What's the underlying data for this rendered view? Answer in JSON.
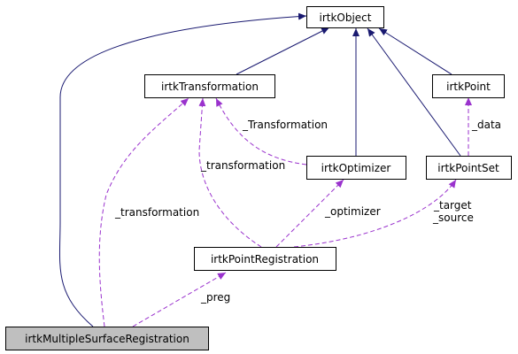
{
  "nodes": {
    "irtkObject": "irtkObject",
    "irtkTransformation": "irtkTransformation",
    "irtkPoint": "irtkPoint",
    "irtkOptimizer": "irtkOptimizer",
    "irtkPointSet": "irtkPointSet",
    "irtkPointRegistration": "irtkPointRegistration",
    "irtkMultipleSurfaceRegistration": "irtkMultipleSurfaceRegistration"
  },
  "edge_labels": {
    "transformation_upper": "_Transformation",
    "data": "_data",
    "transformation_lower": "_transformation",
    "transformation_left": "_transformation",
    "optimizer": "_optimizer",
    "target": "_target",
    "source": "_source",
    "preg": "_preg"
  },
  "colors": {
    "inheritance_edge": "#191970",
    "usage_edge": "#9a32cd",
    "focus_node_fill": "#bfbfbf"
  }
}
